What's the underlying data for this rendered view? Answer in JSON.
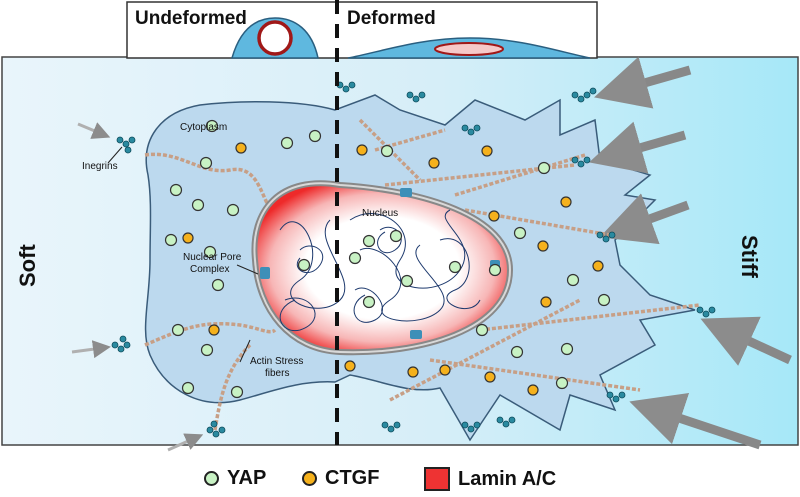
{
  "header": {
    "left_label": "Undeformed",
    "right_label": "Deformed"
  },
  "sides": {
    "left": "Soft",
    "right": "Stiff"
  },
  "labels": {
    "cytoplasm": "Cytoplasm",
    "integrins": "Inegrins",
    "npc_line1": "Nuclear Pore",
    "npc_line2": "Complex",
    "nucleus": "Nucleus",
    "actin_line1": "Actin Stress",
    "actin_line2": "fibers"
  },
  "legend": [
    {
      "label": "YAP",
      "color": "#c8f2c4"
    },
    {
      "label": "CTGF",
      "color": "#f5b11c"
    },
    {
      "label": "Lamin A/C",
      "color": "#ee3333"
    }
  ],
  "colors": {
    "cell_fill": "#bcd9ee",
    "membrane": "#3a5c7a",
    "stiff_gradient": "#9fe6f7",
    "fiber": "#c9a58f",
    "integrin": "#2a8aa0",
    "arrow": "#8a8a8a"
  }
}
